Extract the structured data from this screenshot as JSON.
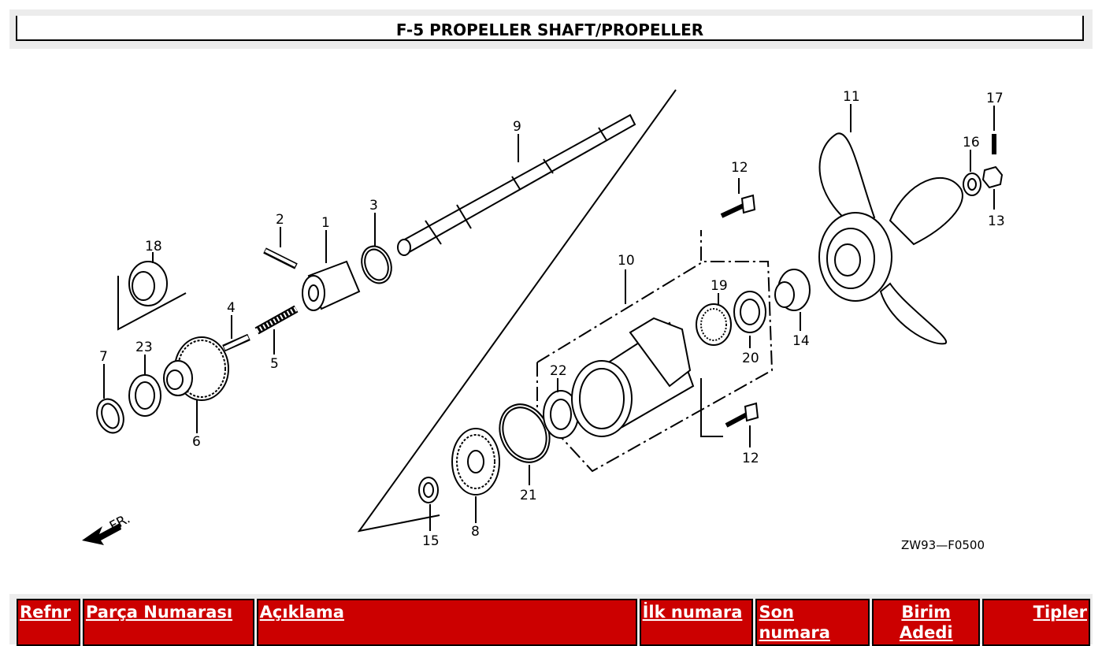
{
  "header": {
    "title": "F-5 PROPELLER SHAFT/PROPELLER"
  },
  "diagram": {
    "part_labels": [
      "1",
      "2",
      "3",
      "4",
      "5",
      "6",
      "7",
      "8",
      "9",
      "10",
      "11",
      "12",
      "12",
      "13",
      "14",
      "15",
      "16",
      "17",
      "18",
      "19",
      "20",
      "21",
      "22",
      "23"
    ],
    "drawing_code": "ZW93—F0500",
    "direction_label": "FR."
  },
  "table": {
    "headers": [
      "Refnr",
      "Parça Numarası",
      "Açıklama",
      "İlk numara",
      "Son numara",
      "Birim Adedi",
      "Tipler"
    ]
  }
}
